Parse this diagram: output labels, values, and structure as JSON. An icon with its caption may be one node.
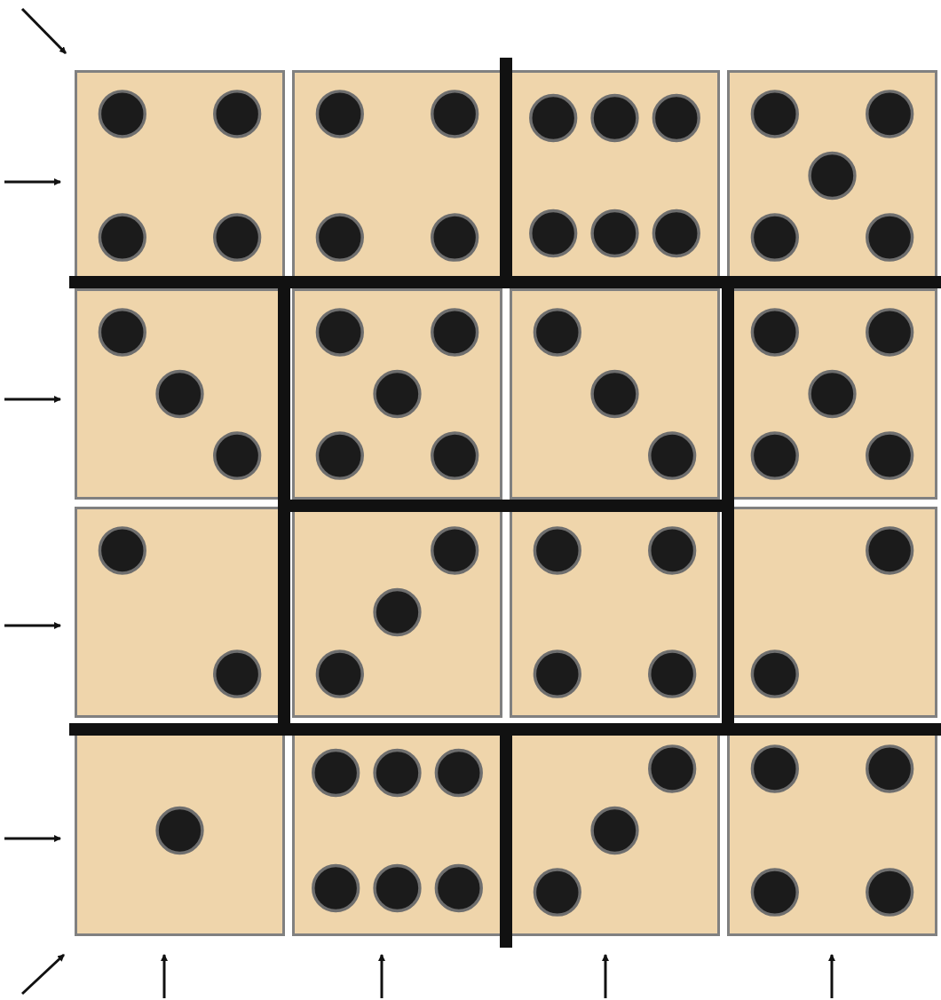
{
  "diagram": {
    "nodes": [
      {
        "text": [],
        "shape": "box"
      },
      {
        "text": [],
        "shape": "box"
      },
      {
        "text": [],
        "shape": "box"
      },
      {
        "text": [],
        "shape": "box"
      },
      {
        "text": [],
        "shape": "box"
      },
      {
        "text": [],
        "shape": "box"
      },
      {
        "text": [],
        "shape": "box"
      },
      {
        "text": [],
        "shape": "box"
      },
      {
        "text": [],
        "shape": "box"
      },
      {
        "text": [],
        "shape": "box"
      },
      {
        "text": [],
        "shape": "box"
      },
      {
        "text": [],
        "shape": "box"
      },
      {
        "text": [],
        "shape": "box"
      },
      {
        "text": [],
        "shape": "box"
      },
      {
        "text": [],
        "shape": "box"
      },
      {
        "text": [],
        "shape": "box"
      }
    ]
  }
}
